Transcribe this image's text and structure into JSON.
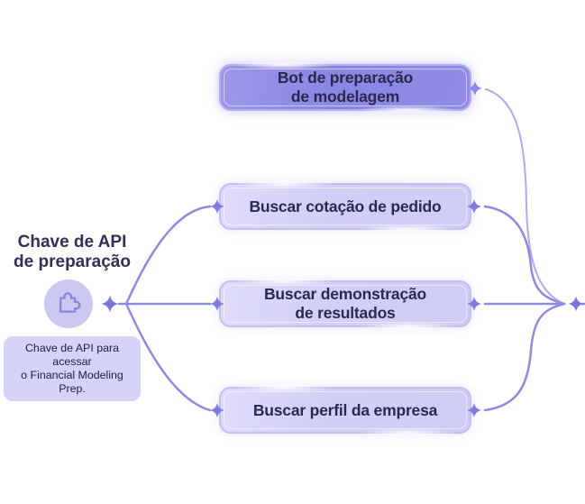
{
  "source": {
    "title_line1": "Chave de API",
    "title_line2": "de preparação",
    "icon": "puzzle-icon",
    "tooltip_line1": "Chave de API para acessar",
    "tooltip_line2": "o Financial Modeling Prep."
  },
  "nodes": [
    {
      "line1": "Bot de preparação",
      "line2": "de modelagem",
      "state": "selected"
    },
    {
      "line1": "Buscar cotação de pedido",
      "line2": "",
      "state": "default"
    },
    {
      "line1": "Buscar demonstração",
      "line2": "de resultados",
      "state": "default"
    },
    {
      "line1": "Buscar perfil da empresa",
      "line2": "",
      "state": "default"
    }
  ],
  "connections": [
    {
      "from": "chave-de-api",
      "to": "buscar-cotacao-de-pedido"
    },
    {
      "from": "chave-de-api",
      "to": "buscar-demonstracao-de-resultados"
    },
    {
      "from": "chave-de-api",
      "to": "buscar-perfil-da-empresa"
    },
    {
      "from": "bot-de-preparacao-de-modelagem",
      "to": "merge-point"
    },
    {
      "from": "buscar-cotacao-de-pedido",
      "to": "merge-point"
    },
    {
      "from": "buscar-demonstracao-de-resultados",
      "to": "merge-point"
    },
    {
      "from": "buscar-perfil-da-empresa",
      "to": "merge-point"
    }
  ],
  "colors": {
    "node_selected_fill": "#8d89e4",
    "node_fill": "#d4d1f6",
    "node_border": "#c3bff2",
    "node_text": "#2b2950",
    "connector": "#8e8ae1",
    "connector_light": "#aeaaee",
    "sparkle": "#7f7bdc",
    "icon_circle_bg": "#cbc8f2",
    "icon_stroke": "#8a86dd",
    "tooltip_bg": "#d6d3f8",
    "title_text": "#312f56",
    "decor_circle": "#ffffff"
  }
}
